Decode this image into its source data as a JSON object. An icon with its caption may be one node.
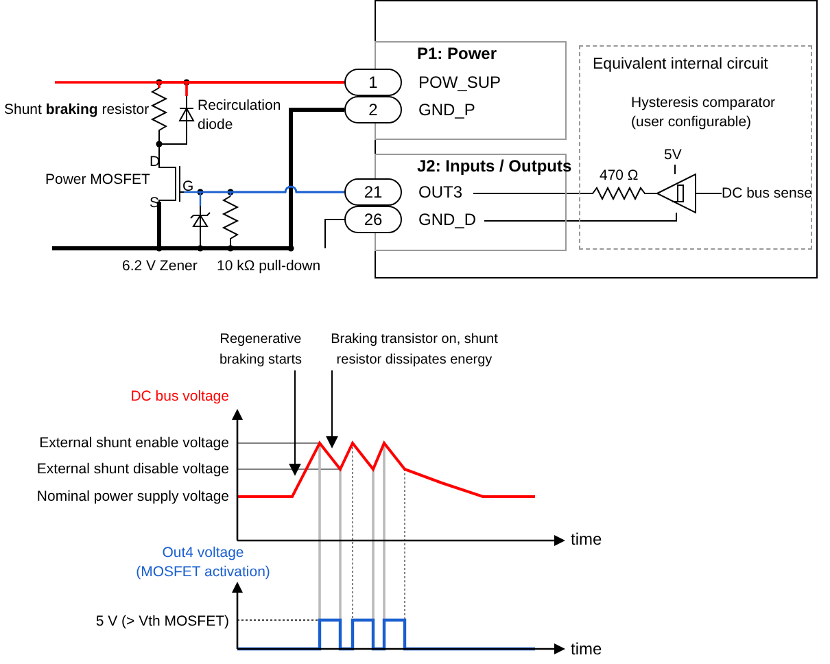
{
  "diagram": {
    "nodes": [
      {
        "text": [],
        "shape": "box"
      },
      {
        "text": [
          "P1: Power"
        ],
        "in": 0
      },
      {
        "text": [
          "J2: Inputs / Outputs"
        ],
        "in": 0
      },
      {
        "text": [
          "Equivalent internal circuit"
        ],
        "in": 0
      },
      {
        "text": [
          "1"
        ]
      },
      {
        "text": [
          "2"
        ]
      },
      {
        "text": [
          "21"
        ]
      },
      {
        "text": [
          "26"
        ]
      },
      {
        "text": [
          "POW_SUP"
        ],
        "in": 1
      },
      {
        "text": [
          "GND_P"
        ],
        "in": 1
      },
      {
        "text": [
          "OUT3"
        ],
        "in": 2
      },
      {
        "text": [
          "GND_D"
        ],
        "in": 2
      },
      {
        "text": [
          "Regenerative braking starts"
        ]
      },
      {
        "text": [
          "Braking transistor on, shunt resistor dissipates energy"
        ]
      },
      {
        "text": [],
        "shape": "resistor",
        "beside": [
          "Shunt **braking** resistor"
        ]
      },
      {
        "text": [],
        "shape": "diode",
        "beside": [
          "Recirculation diode"
        ]
      },
      {
        "text": [],
        "shape": "transistor",
        "beside": [
          "Power MOSFET"
        ]
      },
      {
        "text": [],
        "shape": "diode"
      },
      {
        "text": [],
        "shape": "resistor"
      },
      {
        "text": [],
        "shape": "resistor",
        "in": 3
      },
      {
        "text": [],
        "shape": "triangle",
        "in": 3
      },
      {
        "text": [
          "5V"
        ],
        "in": 3
      },
      {
        "text": [
          "DC bus sense"
        ],
        "in": 3
      }
    ],
    "edges": [
      {
        "from": 12,
        "to": null,
        "arrow": "to"
      },
      {
        "from": 13,
        "to": null,
        "arrow": "to"
      },
      {
        "from": null,
        "to": 4,
        "arrow": "none",
        "color": "#ff0000"
      },
      {
        "from": 4,
        "to": 14,
        "arrow": "none",
        "color": "#ff0000"
      },
      {
        "from": 4,
        "to": 15,
        "arrow": "none",
        "color": "#ff0000"
      },
      {
        "from": 14,
        "to": 16,
        "arrow": "none"
      },
      {
        "from": 15,
        "to": 16,
        "arrow": "none"
      },
      {
        "from": null,
        "to": 5,
        "arrow": "none",
        "style": "thick"
      },
      {
        "from": 16,
        "to": 5,
        "arrow": "none",
        "style": "thick"
      },
      {
        "from": 17,
        "to": 5,
        "arrow": "none"
      },
      {
        "from": 18,
        "to": 5,
        "arrow": "none"
      },
      {
        "from": 6,
        "to": 16,
        "arrow": "none",
        "color": "#1a5fd0"
      },
      {
        "from": 6,
        "to": 17,
        "arrow": "none",
        "color": "#1a5fd0"
      },
      {
        "from": 6,
        "to": 18,
        "arrow": "none",
        "color": "#1a5fd0"
      },
      {
        "from": 10,
        "to": 19,
        "arrow": "none"
      },
      {
        "from": 19,
        "to": 20,
        "arrow": "none"
      },
      {
        "from": 11,
        "to": 20,
        "arrow": "none"
      },
      {
        "from": 21,
        "to": 20,
        "arrow": "none"
      },
      {
        "from": 20,
        "to": 22,
        "arrow": "none"
      },
      {
        "from": 7,
        "to": null,
        "arrow": "none"
      }
    ],
    "labels": [
      "D",
      "G",
      "S",
      "6.2 V Zener",
      "10 kΩ pull-down",
      "Hysteresis comparator (user configurable)",
      "470 Ω",
      "DC bus voltage",
      "External shunt enable voltage",
      "External shunt disable voltage",
      "Nominal power supply voltage",
      "time",
      "Out4 voltage (MOSFET activation)",
      "5 V (> Vth MOSFET)",
      "time"
    ]
  }
}
